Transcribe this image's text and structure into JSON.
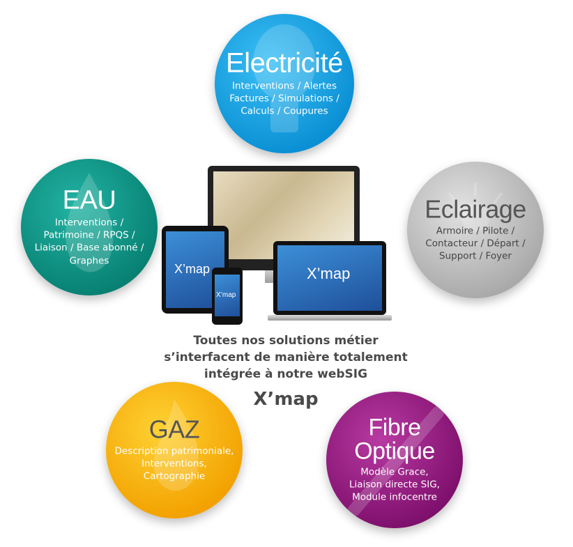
{
  "circles": {
    "electricite": {
      "title": "Electricité",
      "desc": [
        "Interventions / Alertes",
        "Factures / Simulations /",
        "Calculs / Coupures"
      ],
      "color": "#1aa7e6"
    },
    "eau": {
      "title": "EAU",
      "desc": [
        "Interventions /",
        "Patrimoine / RPQS /",
        "Liaison / Base abonné /",
        "Graphes"
      ],
      "color": "#0f9c8c"
    },
    "eclairage": {
      "title": "Eclairage",
      "desc": [
        "Armoire / Pilote /",
        "Contacteur / Départ /",
        "Support / Foyer"
      ],
      "color": "#c9c9c9"
    },
    "gaz": {
      "title": "GAZ",
      "desc": [
        "Description patrimoniale,",
        "Interventions,",
        "Cartographie"
      ],
      "color": "#f7b500"
    },
    "fibre": {
      "title": [
        "Fibre",
        "Optique"
      ],
      "desc": [
        "Modèle Grace,",
        "Liaison directe SIG,",
        "Module infocentre"
      ],
      "color": "#9b1a86"
    }
  },
  "tagline": [
    "Toutes nos solutions métier",
    "s’interfacent de manière totalement",
    "intégrée à notre webSIG"
  ],
  "brand": "X’map",
  "devices": {
    "tablet_label": "X’map",
    "phone_label": "X’map",
    "laptop_label": "X’map"
  }
}
